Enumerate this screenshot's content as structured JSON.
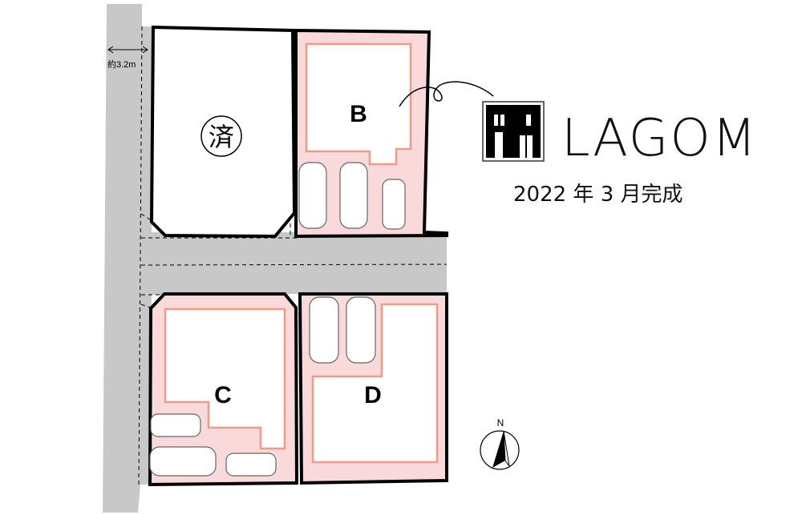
{
  "road": {
    "width_label": "約3.2m"
  },
  "lots": [
    {
      "id": "sold",
      "label": "済",
      "status": "sold"
    },
    {
      "id": "B",
      "label": "B"
    },
    {
      "id": "C",
      "label": "C"
    },
    {
      "id": "D",
      "label": "D"
    }
  ],
  "brand": {
    "name": "LAGOM",
    "completion": "2022 年 3 月完成"
  },
  "compass": {
    "label": "N"
  },
  "colors": {
    "lot_fill": "#f9d9d9",
    "building_outline": "#f29a86",
    "road": "#c8c8c8",
    "border": "#000000"
  }
}
